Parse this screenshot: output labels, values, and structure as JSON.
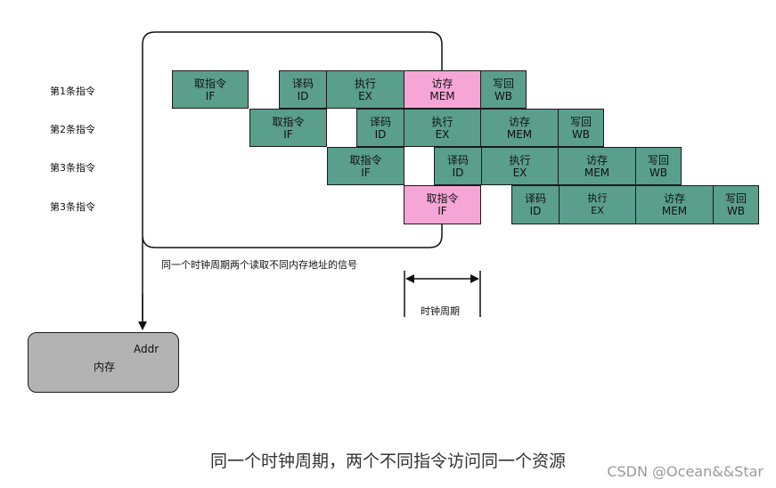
{
  "rows": [
    {
      "label": "第1条指令"
    },
    {
      "label": "第2条指令"
    },
    {
      "label": "第3条指令"
    },
    {
      "label": "第3条指令"
    }
  ],
  "stages": [
    {
      "cn": "取指令",
      "en": "IF"
    },
    {
      "cn": "译码",
      "en": "ID"
    },
    {
      "cn": "执行",
      "en": "EX"
    },
    {
      "cn": "访存",
      "en": "MEM"
    },
    {
      "cn": "写回",
      "en": "WB"
    }
  ],
  "colors": {
    "stage": "#5a9e8c",
    "conflict": "#f6a6d6",
    "memory": "#b3b3b3"
  },
  "annotations": {
    "signal_note": "同一个时钟周期两个读取不同内存地址的信号",
    "clock_cycle": "时钟周期"
  },
  "memory": {
    "name": "内存",
    "port": "Addr"
  },
  "caption": "同一个时钟周期，两个不同指令访问同一个资源",
  "watermark": "CSDN @Ocean&&Star"
}
